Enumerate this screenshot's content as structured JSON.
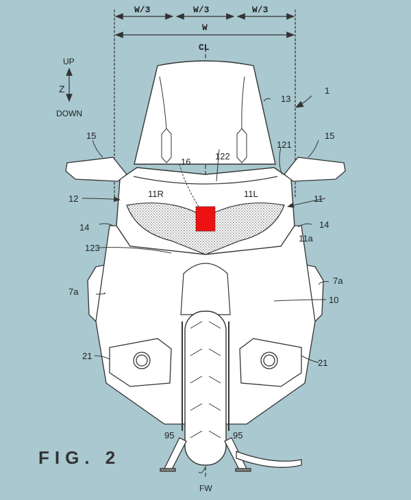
{
  "figure": {
    "title": "FIG. 2",
    "background_color": "#a9c8cf",
    "highlight_color": "#ee1111"
  },
  "dimensions": {
    "third_left": "W/3",
    "third_center": "W/3",
    "third_right": "W/3",
    "total_width": "W",
    "centerline": "CL"
  },
  "axis": {
    "up": "UP",
    "axis_name": "Z",
    "down": "DOWN"
  },
  "reference_labels": {
    "vehicle": "1",
    "windscreen": "13",
    "mirror_left": "15",
    "mirror_right": "15",
    "sensor": "16",
    "upper_panel": "122",
    "side_edge": "121",
    "cowl_left_ref": "12",
    "cowl_right_ref": "11",
    "light_right": "11R",
    "light_left": "11L",
    "side_cover_left": "14",
    "side_cover_right": "14",
    "lower_edge": "123",
    "edge_11a": "11a",
    "saddlebag_left": "7a",
    "saddlebag_right": "7a",
    "body_10": "10",
    "foglight_left": "21",
    "foglight_right": "21",
    "fork_left": "95",
    "fork_right": "95",
    "front_wheel": "FW"
  }
}
